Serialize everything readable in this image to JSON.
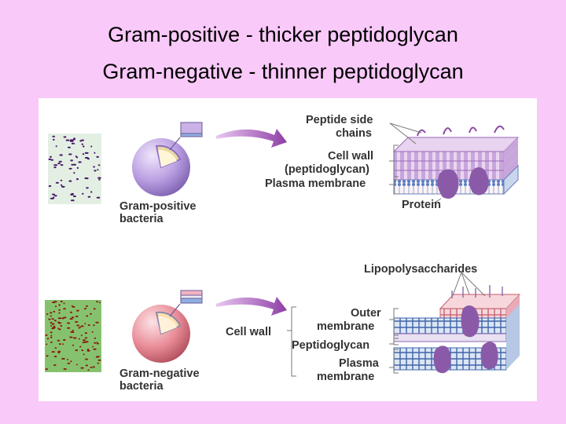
{
  "slide": {
    "title_line1": "Gram-positive - thicker peptidoglycan",
    "title_line2": "Gram-negative - thinner peptidoglycan"
  },
  "diagram": {
    "positive": {
      "cell_label_1": "Gram-positive",
      "cell_label_2": "bacteria",
      "peptide_side_1": "Peptide side",
      "peptide_side_2": "chains",
      "cell_wall_1": "Cell wall",
      "cell_wall_2": "(peptidoglycan)",
      "plasma_membrane": "Plasma membrane",
      "protein": "Protein"
    },
    "negative": {
      "cell_label_1": "Gram-negative",
      "cell_label_2": "bacteria",
      "lipopolysaccharides": "Lipopolysaccharides",
      "cell_wall": "Cell wall",
      "outer_1": "Outer",
      "outer_2": "membrane",
      "peptidoglycan": "Peptidoglycan",
      "plasma_1": "Plasma",
      "plasma_2": "membrane"
    },
    "colors": {
      "background": "#f9c9f9",
      "stain_positive": "#4a1a6a",
      "stain_negative": "#8a1a10",
      "cell_positive": "#b89ce0",
      "cell_negative": "#e88a96",
      "arrow": "#9b4fb0",
      "protein": "#8a5aa8"
    }
  }
}
